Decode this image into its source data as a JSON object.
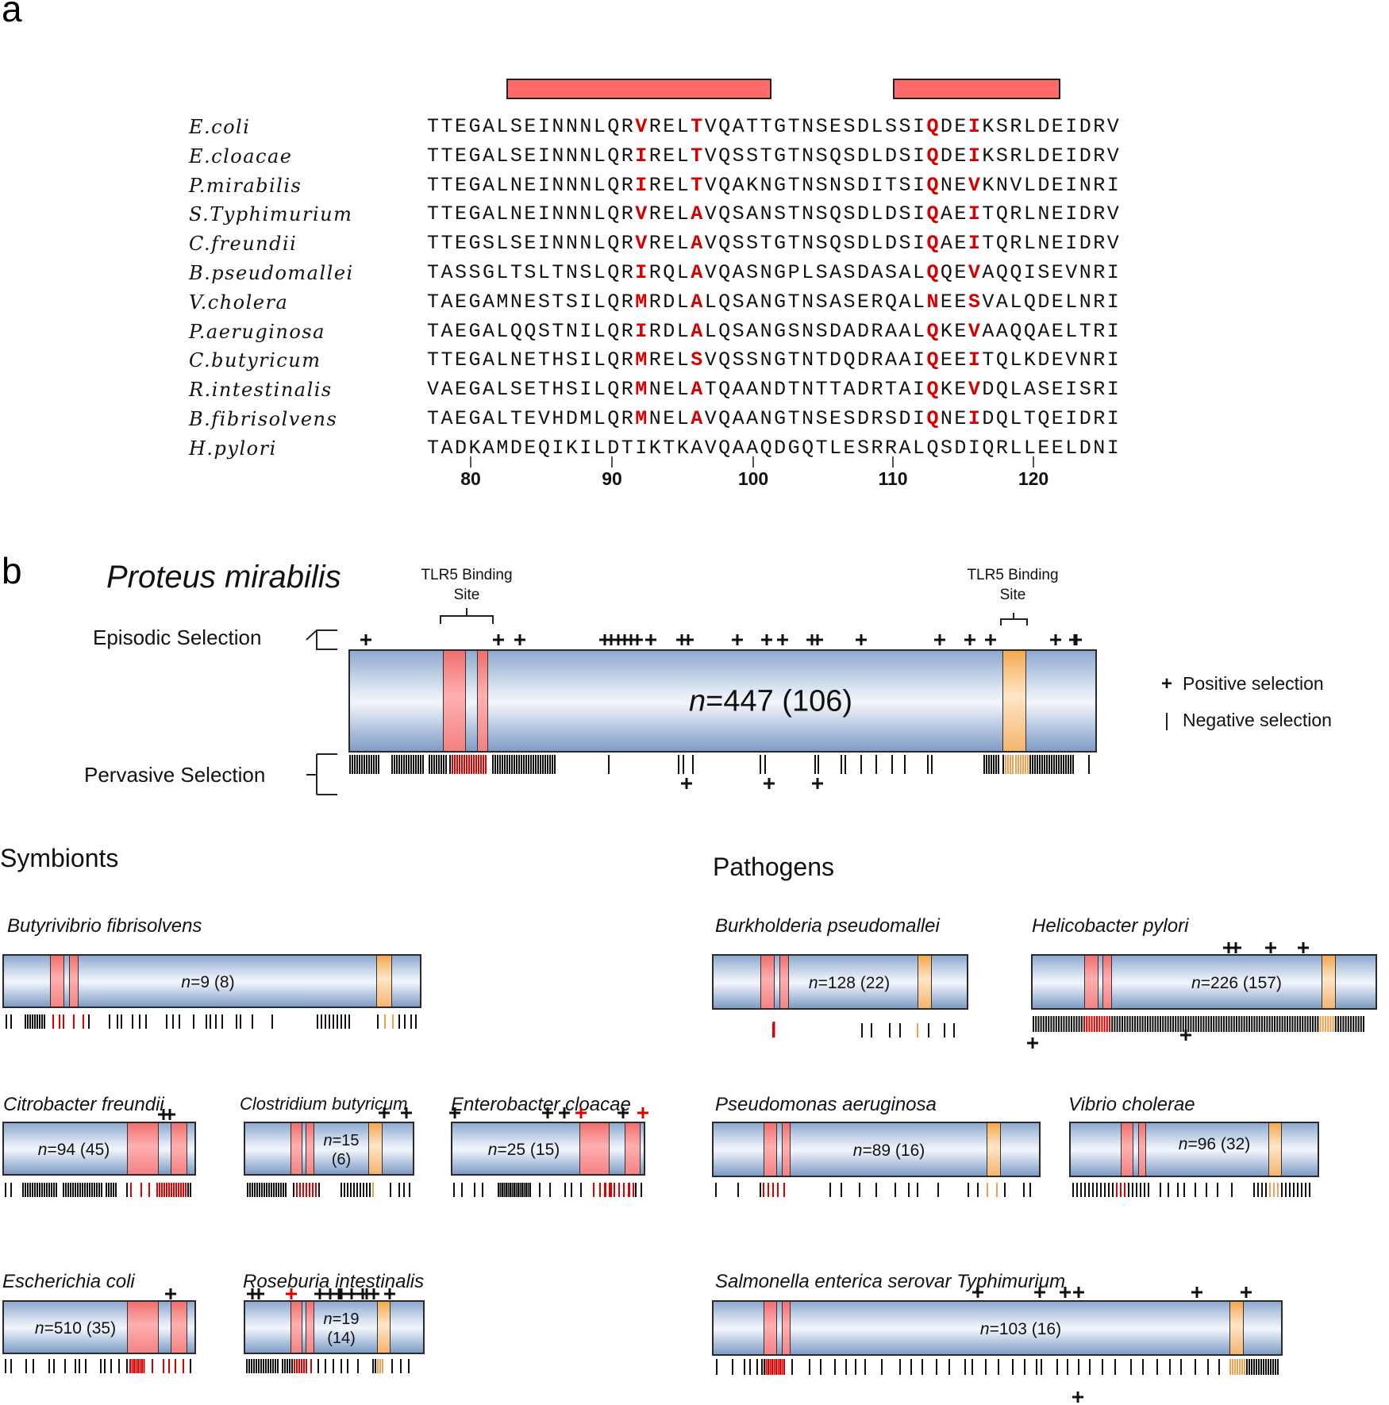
{
  "panel_a": {
    "letter": "a",
    "species": [
      {
        "name": "E.coli",
        "seq": "TTEGALSEINNNLQRVRELTVQATTGTNSESDLSSIQDEIKSRLDEIDRV",
        "hl": [
          15,
          19,
          36,
          39
        ]
      },
      {
        "name": "E.cloacae",
        "seq": "TTEGALSEINNNLQRIRELTVQSSTGTNSQSDLDSIQDEIKSRLDEIDRV",
        "hl": [
          15,
          19,
          36,
          39
        ]
      },
      {
        "name": "P.mirabilis",
        "seq": "TTEGALNEINNNLQRIRELTVQAKNGTNSNSDITSIQNEVKNVLDEINRI",
        "hl": [
          15,
          19,
          36,
          39
        ]
      },
      {
        "name": "S.Typhimurium",
        "seq": "TTEGALNEINNNLQRVRELAVQSANSTNSQSDLDSIQAEITQRLNEIDRV",
        "hl": [
          15,
          19,
          36,
          39
        ]
      },
      {
        "name": "C.freundii",
        "seq": "TTEGSLSEINNNLQRVRELAVQSSTGTNSQSDLDSIQAEITQRLNEIDRV",
        "hl": [
          15,
          19,
          36,
          39
        ]
      },
      {
        "name": "B.pseudomallei",
        "seq": "TASSGLTSLTNSLQRIRQLAVQASNGPLSASDASALQQEVAQQISEVNRI",
        "hl": [
          15,
          19,
          36,
          39
        ]
      },
      {
        "name": "V.cholera",
        "seq": "TAEGAMNESTSILQRMRDLALQSANGTNSASERQALNEESVALQDELNRI",
        "hl": [
          15,
          19,
          36,
          39
        ]
      },
      {
        "name": "P.aeruginosa",
        "seq": "TAEGALQQSTNILQRIRDLALQSANGSNSDADRAALQKEVAAQQAELTRI",
        "hl": [
          15,
          19,
          36,
          39
        ]
      },
      {
        "name": "C.butyricum",
        "seq": "TTEGALNETHSILQRMRELSVQSSNGTNTDQDRAAIQEEITQLKDEVNRI",
        "hl": [
          15,
          19,
          36,
          39
        ]
      },
      {
        "name": "R.intestinalis",
        "seq": "VAEGALSETHSILQRMNELATQAANDTNTTADRTAIQKEVDQLASEISRI",
        "hl": [
          15,
          19,
          36,
          39
        ]
      },
      {
        "name": "B.fibrisolvens",
        "seq": "TAEGALTEVHDMLQRMNELAVQAANGTNSESDRSDIQNEIDQLTQEIDRI",
        "hl": [
          15,
          19,
          36,
          39
        ]
      },
      {
        "name": "H.pylori",
        "seq": "TADKAMDEQIKILDTIKTKAVQAAQDGQTLESRRALQSDIQRLLEELDNI",
        "hl": []
      }
    ],
    "ticks": [
      "80",
      "90",
      "100",
      "110",
      "120"
    ]
  },
  "panel_b": {
    "letter": "b",
    "title": "Proteus mirabilis",
    "tlr5_label_1": "TLR5 Binding",
    "tlr5_label_2": "Site",
    "episodic": "Episodic Selection",
    "pervasive": "Pervasive Selection",
    "n_label_prefix": "n",
    "n_label_rest": "=447 (106)",
    "legend_positive": "Positive selection",
    "legend_negative": "Negative selection",
    "legend_plus": "+",
    "legend_bar": "|"
  },
  "groups": {
    "symbionts": "Symbionts",
    "pathogens": "Pathogens"
  },
  "small_panels": [
    {
      "species": "Butyrivibrio fibrisolvens",
      "n": "n",
      "count": "=9 (8)"
    },
    {
      "species": "Citrobacter freundii",
      "n": "n",
      "count": "=94 (45)"
    },
    {
      "species": "Clostridium butyricum",
      "n": "n",
      "count": "=15",
      "count2": "(6)"
    },
    {
      "species": "Enterobacter cloacae",
      "n": "n",
      "count": "=25 (15)"
    },
    {
      "species": "Escherichia coli",
      "n": "n",
      "count": "=510 (35)"
    },
    {
      "species": "Roseburia intestinalis",
      "n": "n",
      "count": "=19",
      "count2": "(14)"
    },
    {
      "species": "Burkholderia pseudomallei",
      "n": "n",
      "count": "=128 (22)"
    },
    {
      "species": "Helicobacter pylori",
      "n": "n",
      "count": "=226 (157)"
    },
    {
      "species": "Pseudomonas aeruginosa",
      "n": "n",
      "count": "=89 (16)"
    },
    {
      "species": "Vibrio cholerae",
      "n": "n",
      "count": "=96 (32)"
    },
    {
      "species": "Salmonella enterica serovar Typhimurium",
      "n": "n",
      "count": "=103 (16)"
    }
  ],
  "colors": {
    "highlight_red": "#d40000",
    "helix_fill": "#ff6b6b",
    "tlr5_red": "#f07070",
    "tlr5_orange": "#f4b56e",
    "bar_blue": "#8fa9cf"
  }
}
